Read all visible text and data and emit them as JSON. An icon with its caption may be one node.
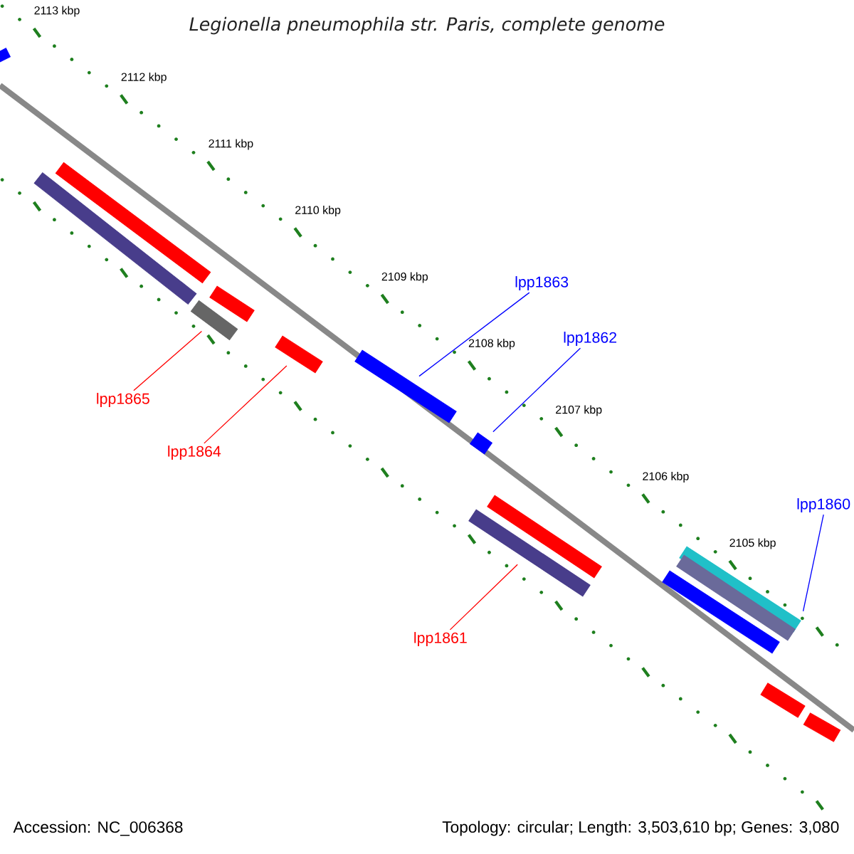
{
  "diagram": {
    "title": "Legionella pneumophila str. Paris, complete genome",
    "nodes": [
      {
        "text": [
          "lpp1863"
        ]
      },
      {
        "text": [],
        "shape": "bar"
      },
      {
        "text": [
          "lpp1862"
        ]
      },
      {
        "text": [],
        "shape": "bar"
      },
      {
        "text": [
          "lpp1860"
        ]
      },
      {
        "text": [],
        "shape": "bar"
      },
      {
        "text": [
          "lpp1865"
        ]
      },
      {
        "text": [],
        "shape": "bar"
      },
      {
        "text": [
          "lpp1864"
        ]
      },
      {
        "text": [],
        "shape": "bar"
      },
      {
        "text": [
          "lpp1861"
        ]
      },
      {
        "text": [],
        "shape": "bar"
      },
      {
        "text": [],
        "shape": "bar"
      },
      {
        "text": [],
        "shape": "bar"
      },
      {
        "text": [],
        "shape": "bar"
      },
      {
        "text": [],
        "shape": "bar"
      },
      {
        "text": [],
        "shape": "bar"
      },
      {
        "text": [],
        "shape": "bar"
      },
      {
        "text": [],
        "shape": "bar"
      },
      {
        "text": [],
        "shape": "bar"
      },
      {
        "text": [],
        "shape": "bar"
      }
    ],
    "edges": [
      {
        "from": 0,
        "to": 1,
        "arrow": "none",
        "color": "#0000ff"
      },
      {
        "from": 2,
        "to": 3,
        "arrow": "none",
        "color": "#0000ff"
      },
      {
        "from": 4,
        "to": 5,
        "arrow": "none",
        "color": "#0000ff"
      },
      {
        "from": 6,
        "to": 7,
        "arrow": "none",
        "color": "#ff0000"
      },
      {
        "from": 8,
        "to": 9,
        "arrow": "none",
        "color": "#ff0000"
      },
      {
        "from": 10,
        "to": 11,
        "arrow": "none",
        "color": "#ff0000"
      }
    ],
    "labels": [
      "2113 kbp",
      "2112 kbp",
      "2111 kbp",
      "2110 kbp",
      "2109 kbp",
      "2108 kbp",
      "2107 kbp",
      "2106 kbp",
      "2105 kbp",
      "Accession: NC_006368",
      "Topology: circular; Length: 3,503,610 bp; Genes: 3,080"
    ]
  }
}
